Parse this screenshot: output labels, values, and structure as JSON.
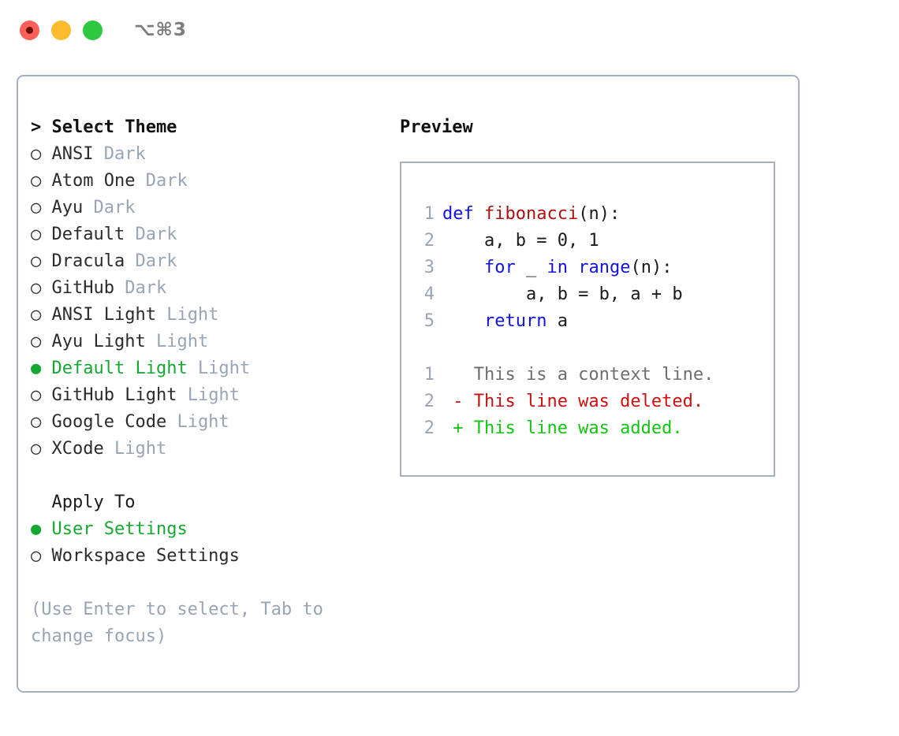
{
  "titlebar": {
    "lights": [
      {
        "name": "close-button",
        "color": "#fc6058",
        "recording": true
      },
      {
        "name": "minimize-button",
        "color": "#fdbc2f",
        "recording": false
      },
      {
        "name": "maximize-button",
        "color": "#2cc940",
        "recording": false
      }
    ],
    "shortcut": "⌥⌘3"
  },
  "theme_section": {
    "heading": "> Select Theme",
    "focused": true,
    "items": [
      {
        "marker": "○ ",
        "label": "ANSI",
        "tag": "Dark",
        "selected": false
      },
      {
        "marker": "○ ",
        "label": "Atom One",
        "tag": "Dark",
        "selected": false
      },
      {
        "marker": "○ ",
        "label": "Ayu",
        "tag": "Dark",
        "selected": false
      },
      {
        "marker": "○ ",
        "label": "Default",
        "tag": "Dark",
        "selected": false
      },
      {
        "marker": "○ ",
        "label": "Dracula",
        "tag": "Dark",
        "selected": false
      },
      {
        "marker": "○ ",
        "label": "GitHub",
        "tag": "Dark",
        "selected": false
      },
      {
        "marker": "○ ",
        "label": "ANSI Light",
        "tag": "Light",
        "selected": false
      },
      {
        "marker": "○ ",
        "label": "Ayu Light",
        "tag": "Light",
        "selected": false
      },
      {
        "marker": "● ",
        "label": "Default Light",
        "tag": "Light",
        "selected": true
      },
      {
        "marker": "○ ",
        "label": "GitHub Light",
        "tag": "Light",
        "selected": false
      },
      {
        "marker": "○ ",
        "label": "Google Code",
        "tag": "Light",
        "selected": false
      },
      {
        "marker": "○ ",
        "label": "XCode",
        "tag": "Light",
        "selected": false
      }
    ]
  },
  "apply_section": {
    "heading": "  Apply To",
    "focused": false,
    "items": [
      {
        "marker": "● ",
        "label": "User Settings",
        "tag": "",
        "selected": true
      },
      {
        "marker": "○ ",
        "label": "Workspace Settings",
        "tag": "",
        "selected": false
      }
    ]
  },
  "hint": "(Use Enter to select, Tab to change focus)",
  "preview": {
    "title": "Preview",
    "code_lines": [
      {
        "num": "1",
        "tokens": [
          {
            "t": "def ",
            "c": "kw"
          },
          {
            "t": "fibonacci",
            "c": "fn"
          },
          {
            "t": "(n):",
            "c": ""
          }
        ]
      },
      {
        "num": "2",
        "tokens": [
          {
            "t": "    a, b = 0, 1",
            "c": ""
          }
        ]
      },
      {
        "num": "3",
        "tokens": [
          {
            "t": "    ",
            "c": ""
          },
          {
            "t": "for",
            "c": "kw"
          },
          {
            "t": " _ ",
            "c": ""
          },
          {
            "t": "in",
            "c": "kw"
          },
          {
            "t": " ",
            "c": ""
          },
          {
            "t": "range",
            "c": "kw"
          },
          {
            "t": "(n):",
            "c": ""
          }
        ]
      },
      {
        "num": "4",
        "tokens": [
          {
            "t": "        a, b = b, a + b",
            "c": ""
          }
        ]
      },
      {
        "num": "5",
        "tokens": [
          {
            "t": "    ",
            "c": ""
          },
          {
            "t": "return",
            "c": "kw"
          },
          {
            "t": " a",
            "c": ""
          }
        ]
      }
    ],
    "diff_lines": [
      {
        "num": "1",
        "tokens": [
          {
            "t": "   This is a context line.",
            "c": "ctx"
          }
        ]
      },
      {
        "num": "2",
        "tokens": [
          {
            "t": " - This line was deleted.",
            "c": "del"
          }
        ]
      },
      {
        "num": "2",
        "tokens": [
          {
            "t": " + This line was added.",
            "c": "add"
          }
        ]
      }
    ]
  },
  "colors": {
    "selected_green": "#16a833",
    "muted": "#9aa5b4",
    "border": "#a6b0bf",
    "keyword_blue": "#1313e0",
    "function_red": "#aa1111",
    "diff_deleted": "#cc1111",
    "diff_added": "#14c414"
  }
}
